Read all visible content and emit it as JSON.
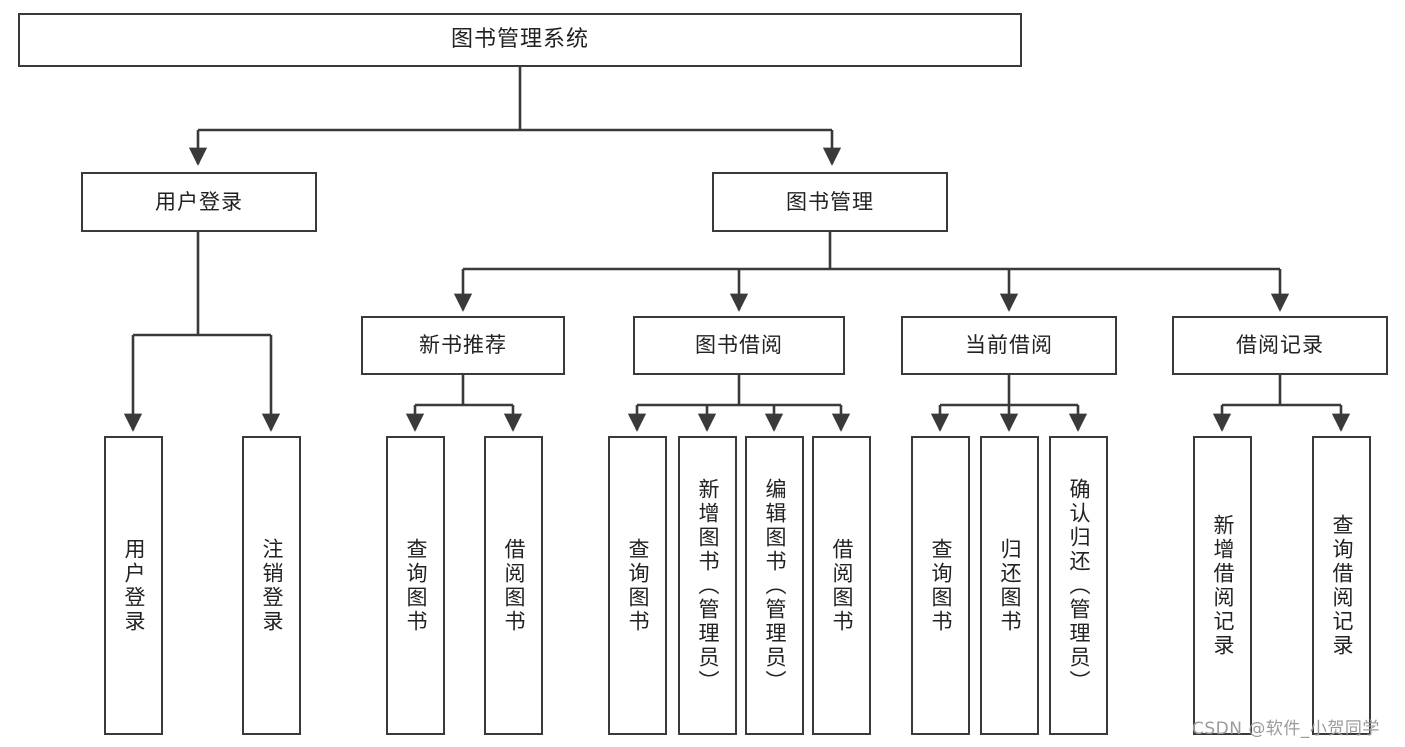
{
  "diagram": {
    "type": "tree",
    "title": "图书管理系统",
    "watermark": "CSDN @软件_小贺同学",
    "colors": {
      "stroke": "#3a3a3a",
      "fill": "#ffffff",
      "text": "#222222",
      "watermark": "#9b9b9b"
    },
    "nodes": {
      "root": "图书管理系统",
      "level2": {
        "user_login": "用户登录",
        "book_manage": "图书管理"
      },
      "level3": {
        "new_book_recommend": "新书推荐",
        "book_borrow": "图书借阅",
        "current_borrow": "当前借阅",
        "borrow_record": "借阅记录"
      },
      "leaves": {
        "user_login": [
          "用户登录",
          "注销登录"
        ],
        "new_book_recommend": [
          "查询图书",
          "借阅图书"
        ],
        "book_borrow": [
          "查询图书",
          "新增图书（管理员）",
          "编辑图书（管理员）",
          "借阅图书"
        ],
        "current_borrow": [
          "查询图书",
          "归还图书",
          "确认归还（管理员）"
        ],
        "borrow_record": [
          "新增借阅记录",
          "查询借阅记录"
        ]
      }
    }
  }
}
